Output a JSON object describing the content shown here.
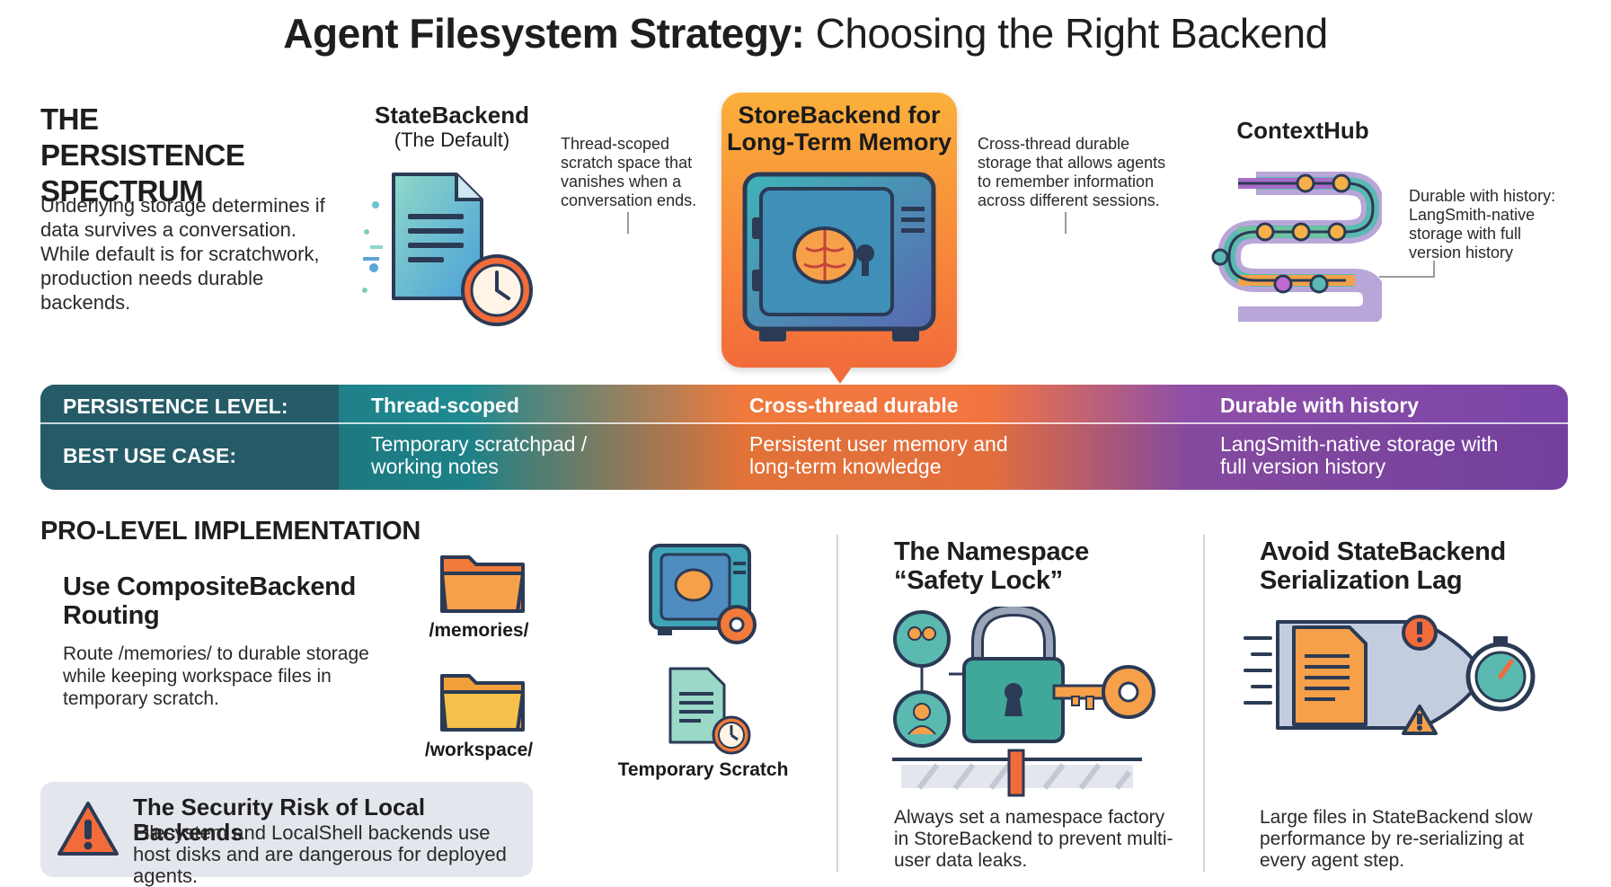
{
  "title": {
    "bold": "Agent Filesystem Strategy:",
    "light": "Choosing the Right Backend"
  },
  "spectrum": {
    "heading": "THE PERSISTENCE SPECTRUM",
    "description": "Underlying storage determines if data survives a conversation. While default is for scratchwork, production needs durable backends."
  },
  "state_backend": {
    "title": "StateBackend",
    "subtitle": "(The Default)",
    "note": "Thread-scoped scratch space that vanishes when a conversation ends."
  },
  "store_backend": {
    "title": "StoreBackend for Long-Term Memory",
    "note": "Cross-thread durable storage that allows agents to remember information across different sessions."
  },
  "context_hub": {
    "title": "ContextHub",
    "note": "Durable with history: LangSmith-native storage with full version history"
  },
  "band": {
    "persistence_label": "PERSISTENCE LEVEL:",
    "use_case_label": "BEST USE CASE:",
    "levels": [
      "Thread-scoped",
      "Cross-thread durable",
      "Durable with history"
    ],
    "use_cases": [
      "Temporary scratchpad / working notes",
      "Persistent user memory and long-term knowledge",
      "LangSmith-native storage with full version history"
    ]
  },
  "pro": {
    "heading": "PRO-LEVEL IMPLEMENTATION",
    "composite_title": "Use CompositeBackend Routing",
    "composite_body": "Route /memories/ to durable storage while keeping workspace files in temporary scratch.",
    "folder_memories": "/memories/",
    "folder_workspace": "/workspace/",
    "temp_scratch": "Temporary Scratch"
  },
  "security": {
    "title": "The Security Risk of Local Backends",
    "body": "Filesystem and LocalShell backends use host disks and are dangerous for deployed agents."
  },
  "namespace": {
    "title": "The Namespace “Safety Lock”",
    "body": "Always set a namespace factory in StoreBackend to prevent multi-user data leaks."
  },
  "serialization": {
    "title": "Avoid StateBackend Serialization Lag",
    "body": "Large files in StateBackend slow performance by re-serializing at every agent step."
  },
  "colors": {
    "teal": "#1f8a91",
    "orange": "#f27540",
    "purple": "#7a45a8",
    "dark_teal": "#255b67"
  }
}
